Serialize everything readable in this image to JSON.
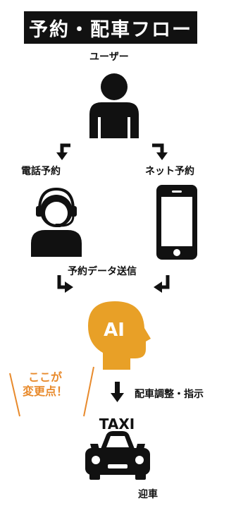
{
  "title": "予約・配車フロー",
  "nodes": {
    "user": "ユーザー",
    "phone": "電話予約",
    "net": "ネット予約",
    "data_send": "予約データ送信",
    "ai": "AI",
    "dispatch": "配車調整・指示",
    "taxi": "TAXI",
    "pickup": "迎車"
  },
  "highlight": {
    "line1": "ここが",
    "line2": "変更点！"
  },
  "colors": {
    "accent": "#e8a027",
    "highlight_text": "#e88a2c",
    "dark": "#111111"
  }
}
